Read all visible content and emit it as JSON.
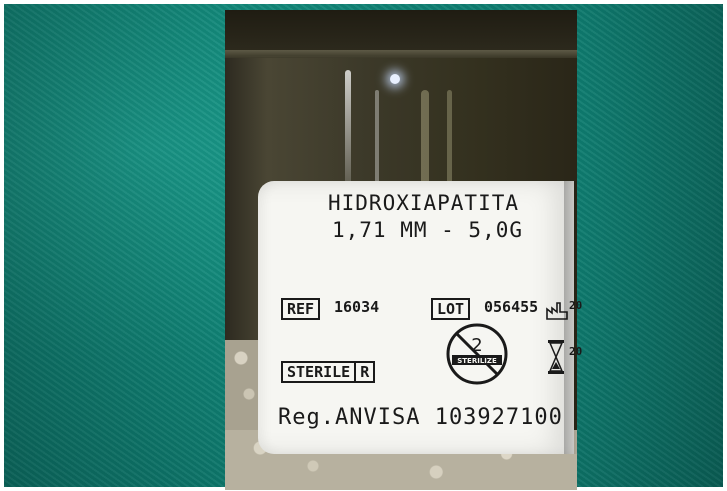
{
  "label": {
    "title": "HIDROXIAPATITA",
    "subtitle": "1,71 MM - 5,0G",
    "ref_label": "REF",
    "ref_value": "16034",
    "lot_label": "LOT",
    "lot_value": "056455",
    "sterile_label": "STERILE",
    "sterile_method": "R",
    "no_reuse_number": "2",
    "no_reuse_text": "STERILIZE",
    "mfg_date_partial": "20",
    "exp_date_partial": "20",
    "registration": "Reg.ANVISA 103927100"
  },
  "icons": {
    "do_not_resterilize": "do-not-resterilize-icon",
    "manufacture_date": "factory-icon",
    "expiry_date": "hourglass-icon"
  },
  "colors": {
    "background": "#0f7f72",
    "label": "#f6f6f2",
    "text": "#1a1a1a",
    "vial_glass": "#3c3929"
  }
}
